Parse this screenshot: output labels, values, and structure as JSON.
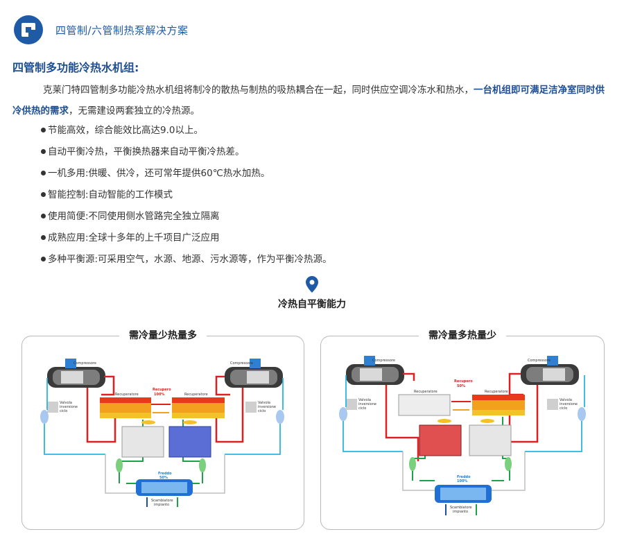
{
  "header": {
    "title": "四管制/六管制热泵解决方案"
  },
  "section": {
    "title": "四管制多功能冷热水机组:"
  },
  "intro": {
    "text_before": "克莱门特四管制多功能冷热水机组将制冷的散热与制热的吸热耦合在一起，同时供应空调冷冻水和热水，",
    "highlight": "一台机组即可满足洁净室同时供冷供热的需求",
    "text_after": "，无需建设两套独立的冷热源。"
  },
  "bullets": [
    "节能高效，综合能效比高达9.0以上。",
    "自动平衡冷热，平衡换热器来自动平衡冷热差。",
    "一机多用:供暖、供冷，还可常年提供60℃热水加热。",
    "智能控制:自动智能的工作模式",
    "使用简便:不同使用侧水管路完全独立隔离",
    "成熟应用:全球十多年的上千项目广泛应用",
    "多种平衡源:可采用空气，水源、地源、污水源等，作为平衡冷热源。"
  ],
  "caption": "冷热自平衡能力",
  "panels": {
    "left": {
      "title": "需冷量少热量多",
      "labels": {
        "compressor": "Compressore",
        "recuperator": "Recuperatore",
        "recovery": "Recupero",
        "recovery_pct": "100%",
        "valve": "Valvola",
        "valve2": "inversione",
        "valve3": "ciclo",
        "cold": "Freddo",
        "cold_pct": "50%",
        "exchanger": "Scambiatore",
        "exchanger2": "impianto"
      }
    },
    "right": {
      "title": "需冷量多热量少",
      "labels": {
        "compressor": "Compressore",
        "recuperator": "Recuperatore",
        "recovery": "Recupero",
        "recovery_pct": "50%",
        "valve": "Valvola",
        "valve2": "inversione",
        "valve3": "ciclo",
        "cold": "Freddo",
        "cold_pct": "100%",
        "exchanger": "Scambiatore",
        "exchanger2": "impianto"
      }
    }
  },
  "colors": {
    "brand_blue": "#1e4f93",
    "hot": "#e02020",
    "cold_pipe": "#2bb5e0",
    "green_pipe": "#1aa34a"
  }
}
